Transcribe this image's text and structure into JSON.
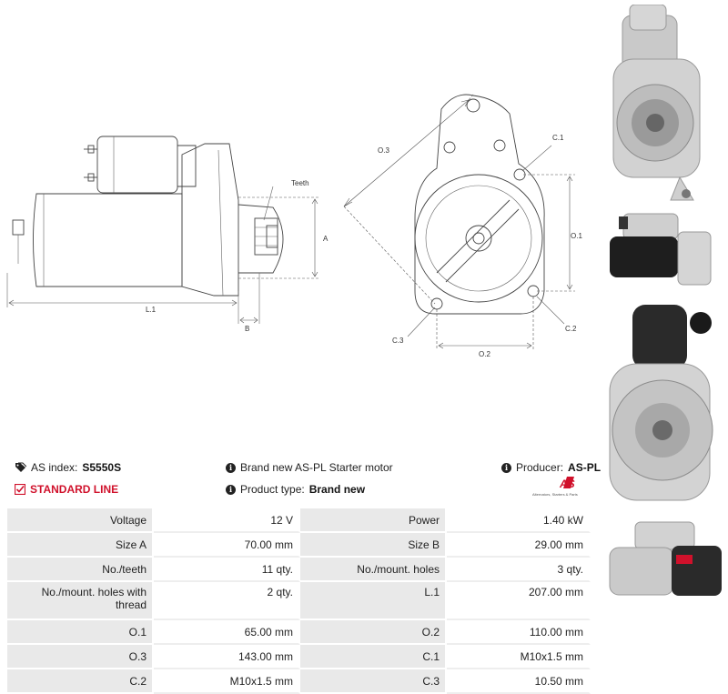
{
  "drawing": {
    "labels": {
      "teeth": "Teeth",
      "a": "A",
      "b": "B",
      "l1": "L.1",
      "o3": "O.3",
      "c1": "C.1",
      "o1": "O.1",
      "c2": "C.2",
      "c3": "C.3",
      "o2": "O.2"
    }
  },
  "info": {
    "as_index_label": "AS index:",
    "as_index_value": "S5550S",
    "description": "Brand new AS-PL Starter motor",
    "producer_label": "Producer:",
    "producer_value": "AS-PL",
    "line": "STANDARD LINE",
    "product_type_label": "Product type:",
    "product_type_value": "Brand new",
    "logo_text": "AS",
    "logo_tagline": "Alternators, Starters & Parts"
  },
  "specs": [
    [
      "Voltage",
      "12 V",
      "Power",
      "1.40 kW"
    ],
    [
      "Size A",
      "70.00 mm",
      "Size B",
      "29.00 mm"
    ],
    [
      "No./teeth",
      "11 qty.",
      "No./mount. holes",
      "3 qty."
    ],
    [
      "No./mount. holes with thread",
      "2 qty.",
      "L.1",
      "207.00 mm"
    ],
    [
      "O.1",
      "65.00 mm",
      "O.2",
      "110.00 mm"
    ],
    [
      "O.3",
      "143.00 mm",
      "C.1",
      "M10x1.5 mm"
    ],
    [
      "C.2",
      "M10x1.5 mm",
      "C.3",
      "10.50 mm"
    ]
  ],
  "colors": {
    "accent_red": "#d0112b",
    "table_key_bg": "#e9e9e9"
  },
  "icons": [
    "tag-icon",
    "info-icon",
    "checkbox-icon"
  ]
}
